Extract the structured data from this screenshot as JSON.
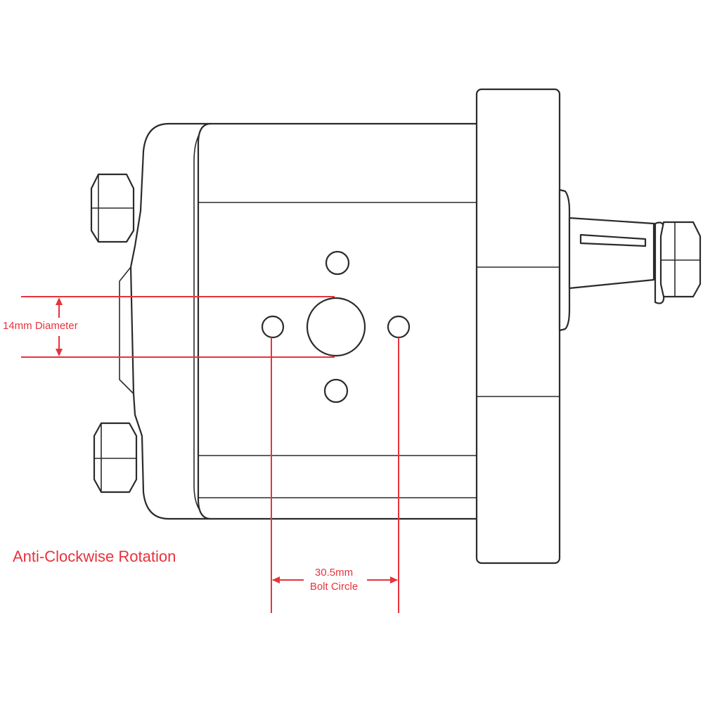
{
  "labels": {
    "diameter": "14mm Diameter",
    "rotation": "Anti-Clockwise Rotation",
    "bolt_circle_value": "30.5mm",
    "bolt_circle_label": "Bolt Circle"
  },
  "colors": {
    "outline": "#2b2b2b",
    "dimension": "#e8323c",
    "background": "#ffffff"
  }
}
